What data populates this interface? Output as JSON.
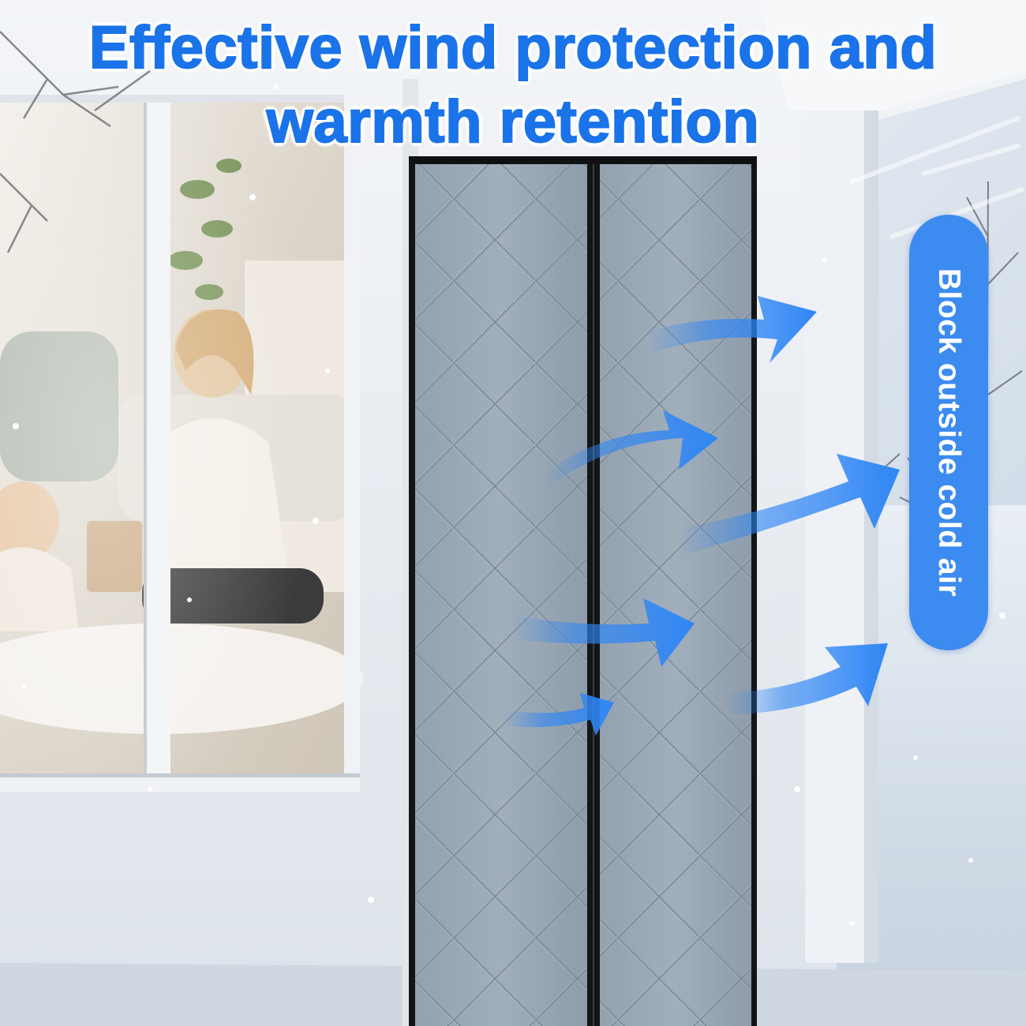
{
  "headline": {
    "line1": "Effective wind protection and",
    "line2": "warmth retention"
  },
  "callout": {
    "text": "Block outside cold air"
  },
  "colors": {
    "headline": "#1a73e8",
    "pill": "#3c8bf0",
    "curtain": "#98a6b4",
    "frame": "#121416",
    "arrow": "#2f86f5"
  },
  "icons": [
    "wind-arrow-icon"
  ]
}
